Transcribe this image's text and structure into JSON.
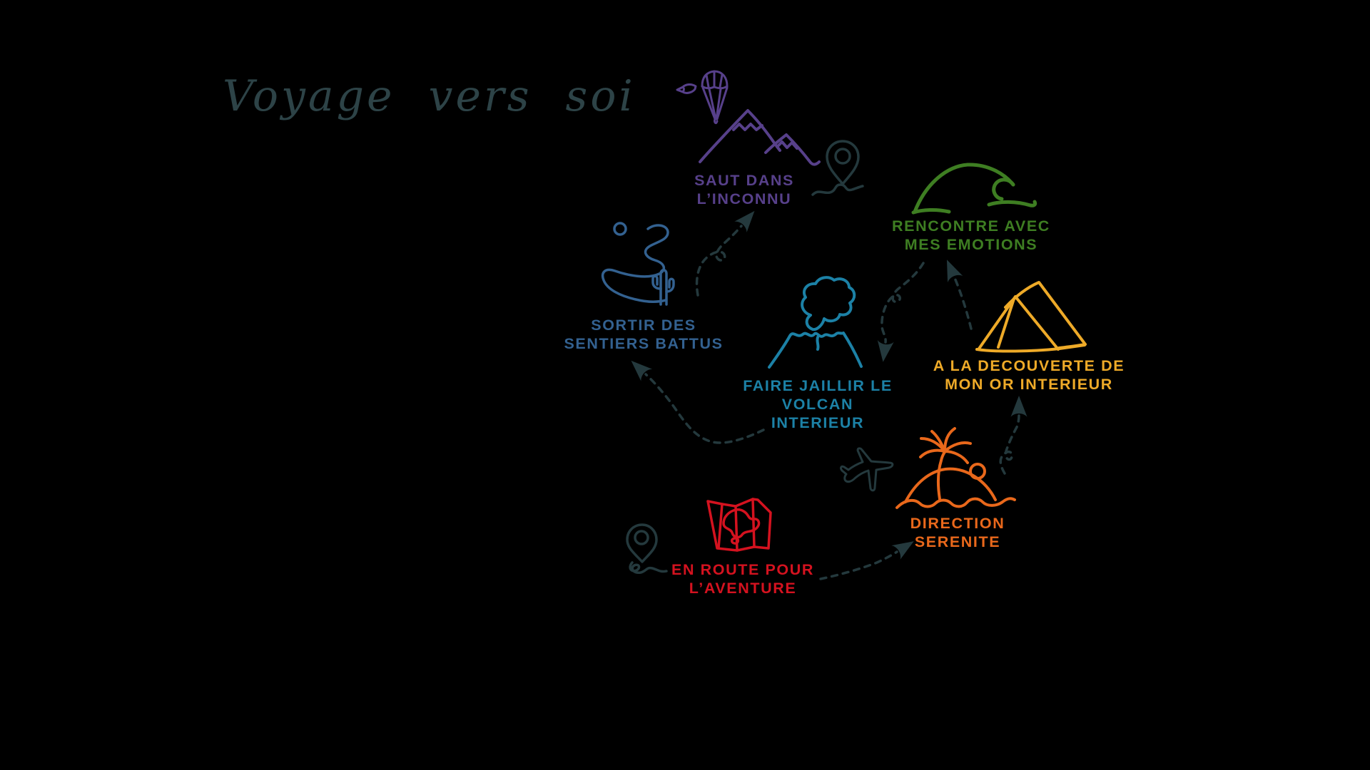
{
  "canvas": {
    "background": "#000000"
  },
  "title": {
    "text": "Voyage vers soi",
    "color": "#2d4347"
  },
  "colors": {
    "ink": "#24393d",
    "purple": "#57408a",
    "green": "#3e7e22",
    "steel_blue": "#336190",
    "teal": "#1c81a6",
    "gold": "#eeaa28",
    "orange": "#e9681b",
    "red": "#d4121f"
  },
  "nodes": [
    {
      "id": "saut-dans-linconnu",
      "icon": "parachute-and-mountains-icon",
      "color": "#57408a",
      "lines": [
        "SAUT DANS",
        "L’INCONNU"
      ]
    },
    {
      "id": "rencontre-avec-mes-emotions",
      "icon": "wave-icon",
      "color": "#3e7e22",
      "lines": [
        "RENCONTRE AVEC",
        "MES EMOTIONS"
      ]
    },
    {
      "id": "sortir-des-sentiers-battus",
      "icon": "desert-path-cactus-icon",
      "color": "#336190",
      "lines": [
        "SORTIR DES",
        "SENTIERS BATTUS"
      ]
    },
    {
      "id": "faire-jaillir-le-volcan-interieur",
      "icon": "volcano-icon",
      "color": "#1c81a6",
      "lines": [
        "FAIRE JAILLIR LE",
        "VOLCAN",
        "INTERIEUR"
      ]
    },
    {
      "id": "a-la-decouverte-de-mon-or-interieur",
      "icon": "pyramids-icon",
      "color": "#eeaa28",
      "lines": [
        "A LA DECOUVERTE DE",
        "MON OR INTERIEUR"
      ]
    },
    {
      "id": "direction-serenite",
      "icon": "palm-island-icon",
      "color": "#e9681b",
      "lines": [
        "DIRECTION",
        "SERENITE"
      ]
    },
    {
      "id": "en-route-pour-laventure",
      "icon": "folded-map-icon",
      "color": "#d4121f",
      "lines": [
        "EN ROUTE POUR",
        "L’AVENTURE"
      ]
    }
  ],
  "decorations": [
    "location-pin-mountains",
    "location-pin-map",
    "airplane",
    "tiny-glider"
  ],
  "connections": [
    {
      "from": "en-route-pour-laventure",
      "to": "direction-serenite"
    },
    {
      "from": "direction-serenite",
      "to": "a-la-decouverte-de-mon-or-interieur"
    },
    {
      "from": "a-la-decouverte-de-mon-or-interieur",
      "to": "rencontre-avec-mes-emotions"
    },
    {
      "from": "rencontre-avec-mes-emotions",
      "to": "faire-jaillir-le-volcan-interieur"
    },
    {
      "from": "faire-jaillir-le-volcan-interieur",
      "to": "sortir-des-sentiers-battus"
    },
    {
      "from": "sortir-des-sentiers-battus",
      "to": "saut-dans-linconnu"
    }
  ]
}
